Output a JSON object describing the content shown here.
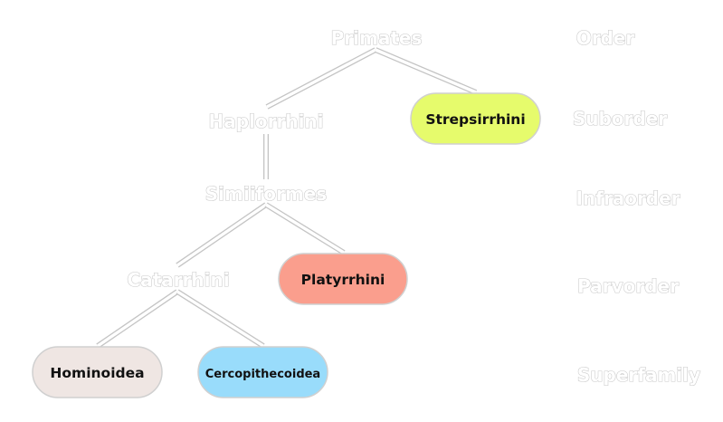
{
  "tree": {
    "primates": "Primates",
    "haplorrhini": "Haplorrhini",
    "strepsirrhini": "Strepsirrhini",
    "simiiformes": "Simiiformes",
    "catarrhini": "Catarrhini",
    "platyrrhini": "Platyrrhini",
    "hominoidea": "Hominoidea",
    "cercopithecoidea": "Cercopithecoidea"
  },
  "ranks": {
    "order": "Order",
    "suborder": "Suborder",
    "infraorder": "Infraorder",
    "parvorder": "Parvorder",
    "superfamily": "Superfamily"
  },
  "colors": {
    "strepsirrhini": "#e6fb6c",
    "platyrrhini": "#fa9e8d",
    "hominoidea": "#efe6e3",
    "cercopithecoidea": "#99dcfb"
  }
}
